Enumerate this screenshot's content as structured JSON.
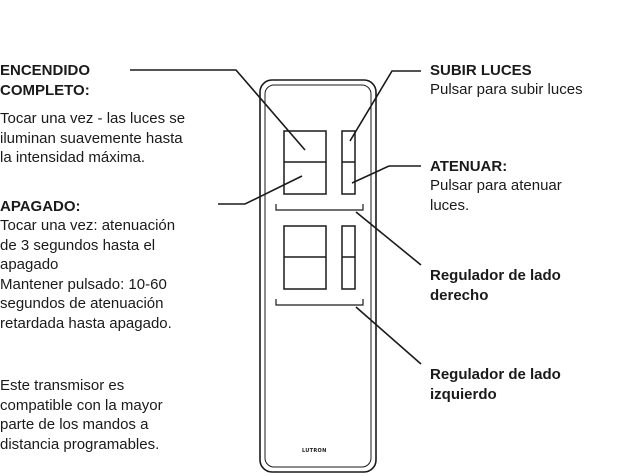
{
  "left": {
    "full_on_title": "ENCENDIDO\nCOMPLETO:",
    "full_on_desc": "Tocar una vez - las luces se\niluminan suavemente hasta\nla intensidad máxima.",
    "off_title": "APAGADO:",
    "off_desc": "Tocar una vez: atenuación\nde 3 segundos hasta el\napagado\nMantener pulsado: 10-60\nsegundos de atenuación\nretardada hasta apagado.",
    "note": "Este transmisor es\ncompatible con la mayor\nparte de los mandos a\ndistancia programables."
  },
  "right": {
    "raise_title": "SUBIR LUCES",
    "raise_desc": "Pulsar para subir luces",
    "dim_title": "ATENUAR:",
    "dim_desc": "Pulsar para atenuar\nluces.",
    "right_dimmer": "Regulador de lado\nderecho",
    "left_dimmer": "Regulador de lado\nizquierdo"
  },
  "device": {
    "brand": "LUTRON"
  }
}
